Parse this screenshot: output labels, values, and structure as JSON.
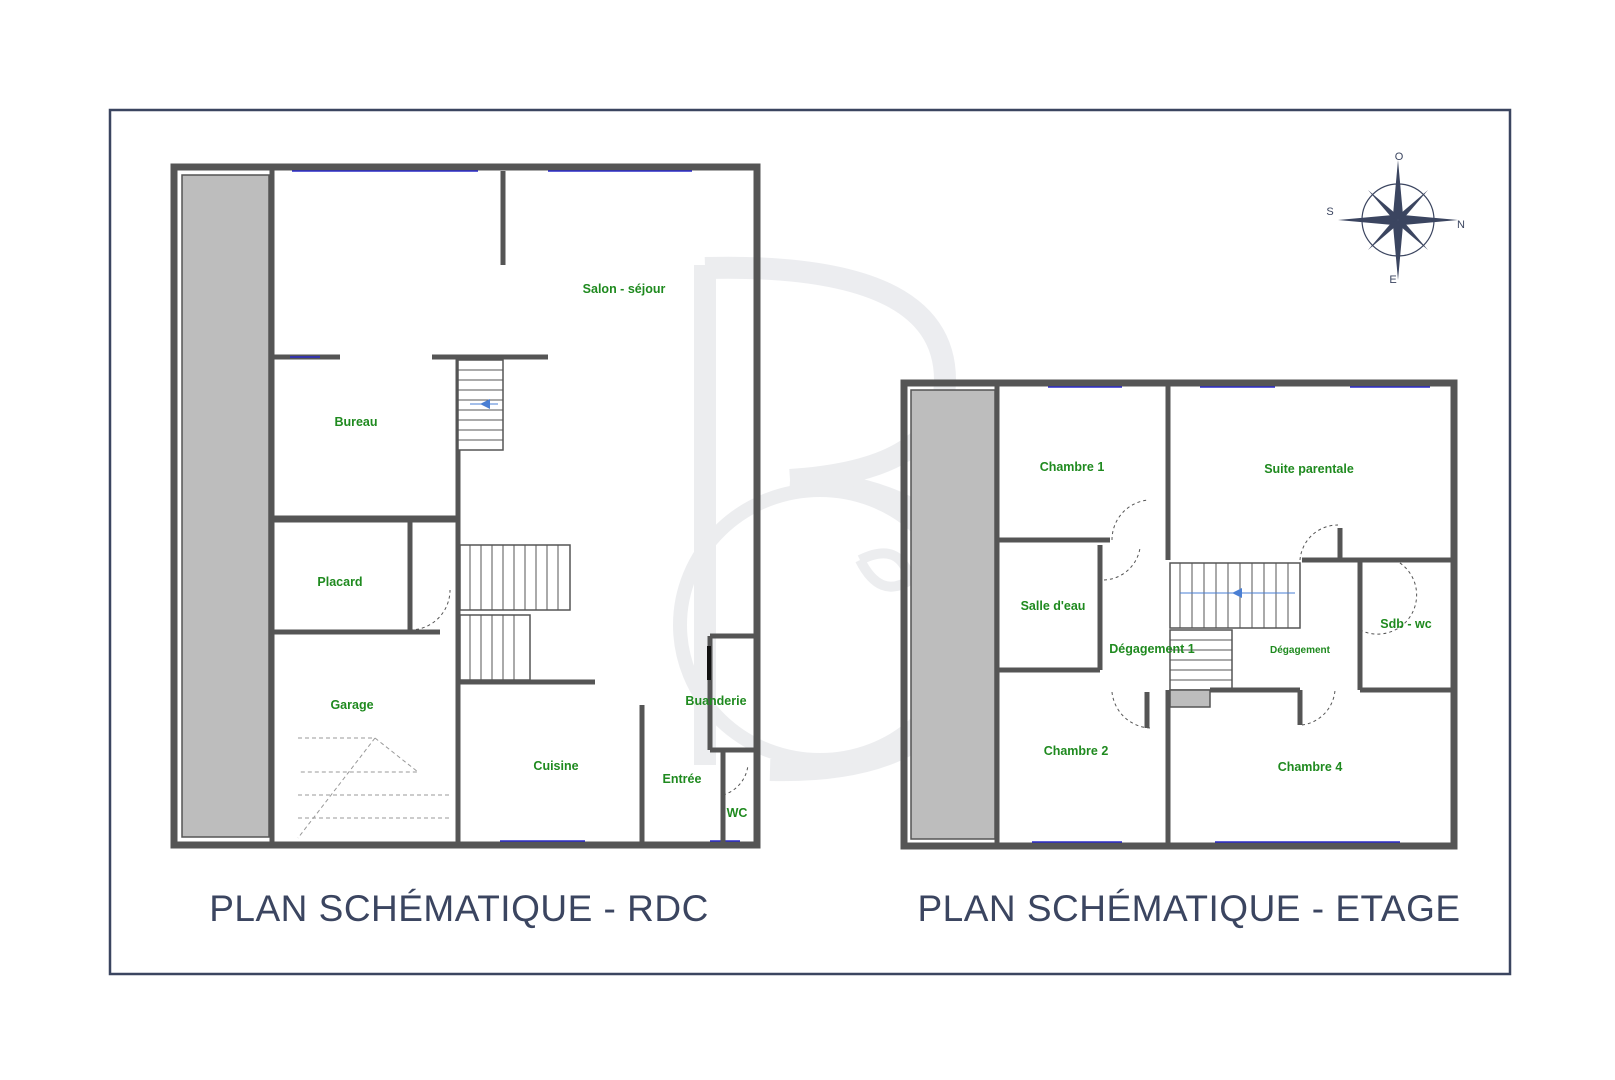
{
  "plans": [
    {
      "id": "rdc",
      "title": "PLAN SCHÉMATIQUE - RDC",
      "rooms": [
        {
          "key": "salon",
          "label": "Salon - séjour"
        },
        {
          "key": "bureau",
          "label": "Bureau"
        },
        {
          "key": "placard",
          "label": "Placard"
        },
        {
          "key": "garage",
          "label": "Garage"
        },
        {
          "key": "cuisine",
          "label": "Cuisine"
        },
        {
          "key": "buanderie",
          "label": "Buanderie"
        },
        {
          "key": "entree",
          "label": "Entrée"
        },
        {
          "key": "wc",
          "label": "WC"
        }
      ]
    },
    {
      "id": "etage",
      "title": "PLAN SCHÉMATIQUE - ETAGE",
      "rooms": [
        {
          "key": "chambre1",
          "label": "Chambre 1"
        },
        {
          "key": "suite",
          "label": "Suite parentale"
        },
        {
          "key": "salle_eau",
          "label": "Salle d'eau"
        },
        {
          "key": "degagement1",
          "label": "Dégagement 1"
        },
        {
          "key": "degagement",
          "label": "Dégagement"
        },
        {
          "key": "sdb_wc",
          "label": "Sdb - wc"
        },
        {
          "key": "chambre2",
          "label": "Chambre 2"
        },
        {
          "key": "chambre4",
          "label": "Chambre 4"
        }
      ]
    }
  ],
  "compass": {
    "north": "N",
    "south": "S",
    "east": "E",
    "west": "O"
  },
  "colors": {
    "label": "#1f8a1f",
    "title": "#3b4560",
    "frame": "#3b4560",
    "window": "#2a2ac8",
    "watermark": "#c9ccd3"
  }
}
